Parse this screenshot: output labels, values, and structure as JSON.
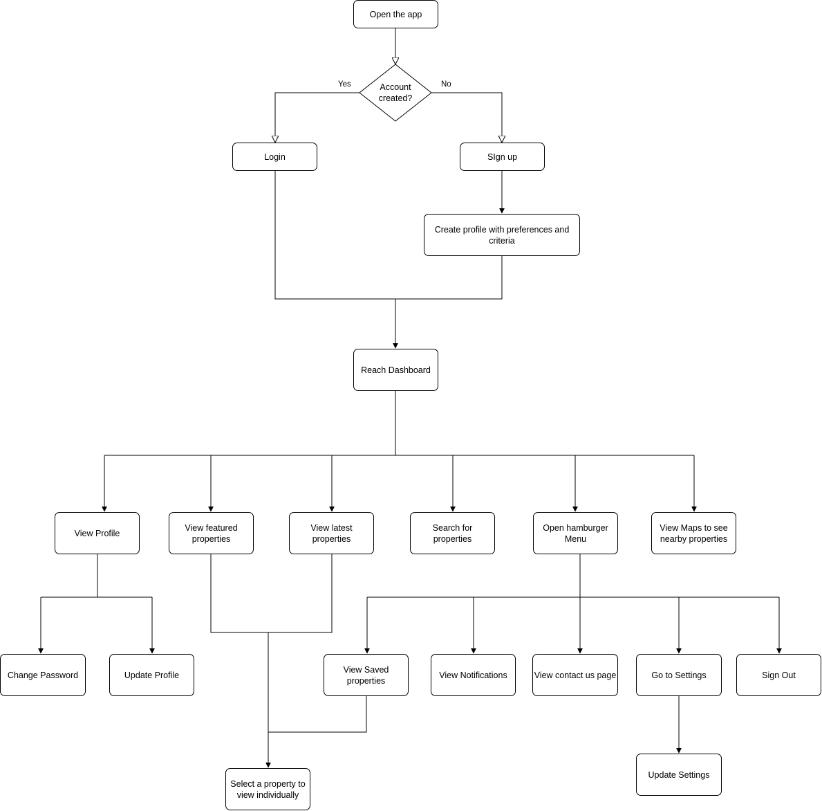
{
  "colors": {
    "stroke": "#000000",
    "fill": "#ffffff",
    "text": "#000000"
  },
  "nodes": {
    "open_app": "Open the app",
    "account_created": "Account created?",
    "login": "Login",
    "sign_up": "SIgn up",
    "create_profile": "Create profile with preferences and criteria",
    "reach_dashboard": "Reach Dashboard",
    "view_profile": "View Profile",
    "view_featured": "View featured properties",
    "view_latest": "View latest properties",
    "search_properties": "Search for properties",
    "open_menu": "Open hamburger Menu",
    "view_maps": "View Maps to see nearby properties",
    "change_password": "Change Password",
    "update_profile": "Update Profile",
    "view_saved": "View Saved properties",
    "view_notifications": "View Notifications",
    "view_contact": "View contact us page",
    "go_settings": "Go to Settings",
    "sign_out": "Sign Out",
    "select_property": "Select a property to view individually",
    "update_settings": "Update Settings"
  },
  "edge_labels": {
    "yes": "Yes",
    "no": "No"
  }
}
